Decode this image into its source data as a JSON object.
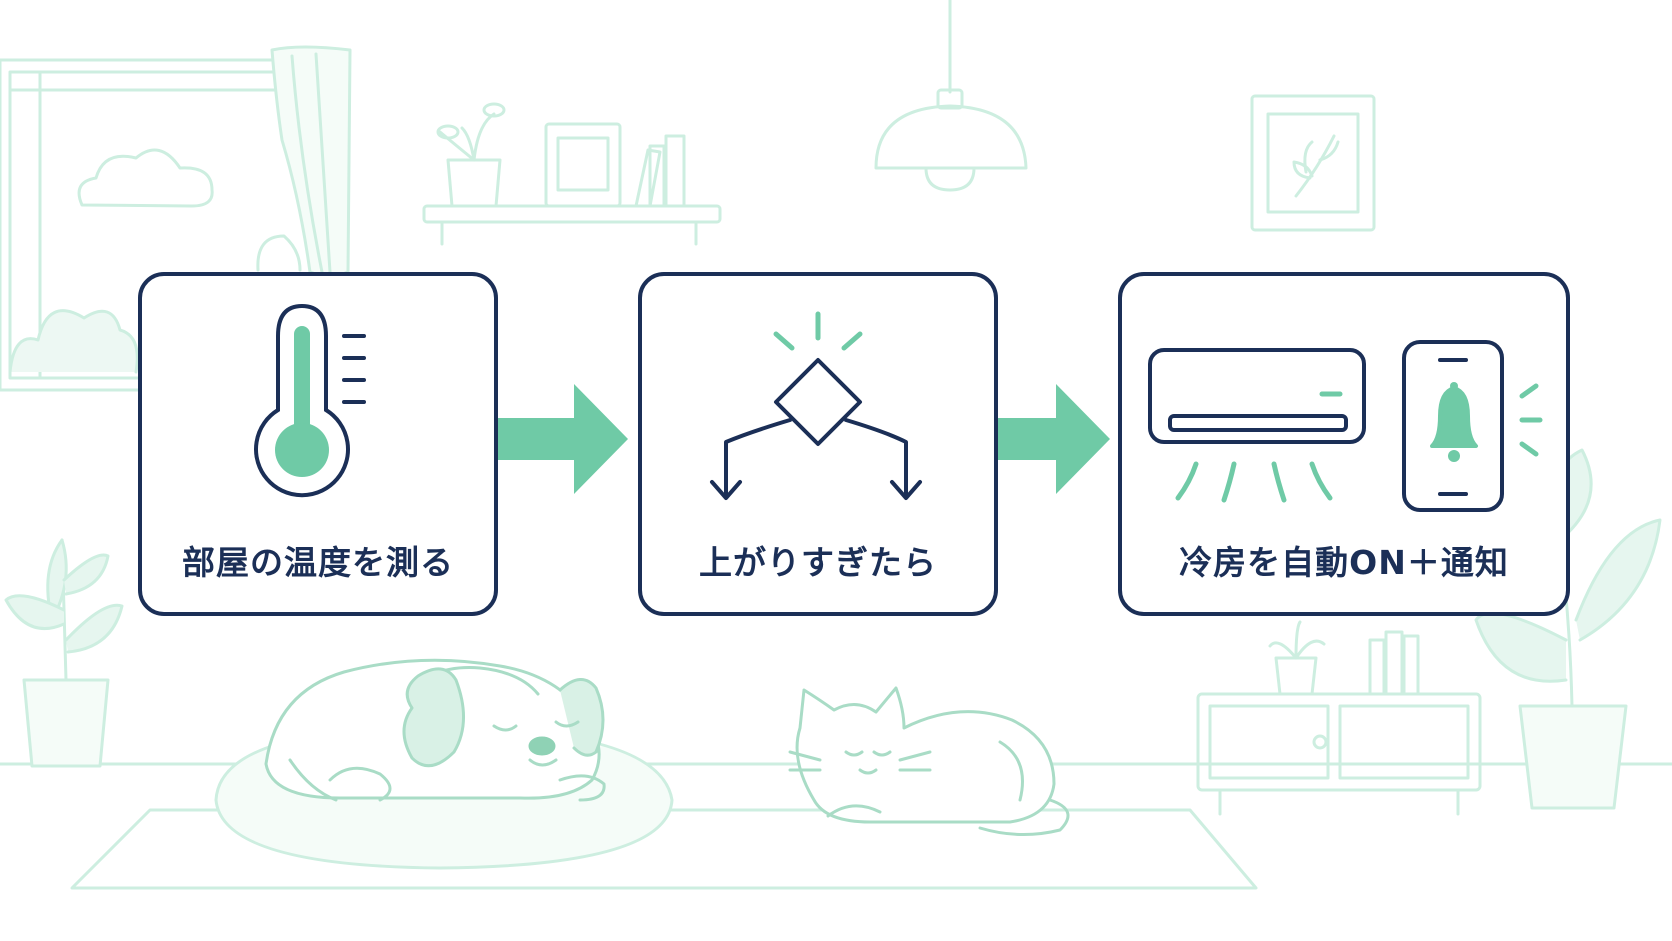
{
  "colors": {
    "navy": "#1b2f57",
    "mint": "#6fcaa6",
    "mint_light": "#cdeee0",
    "background": "#ffffff"
  },
  "steps": [
    {
      "label": "部屋の温度を測る",
      "icon": "thermometer-icon"
    },
    {
      "label": "上がりすぎたら",
      "icon": "decision-branch-icon"
    },
    {
      "label": "冷房を自動ON＋通知",
      "icon": "air-conditioner-icon"
    }
  ],
  "extra_icons": [
    "smartphone-bell-icon",
    "flow-arrow-icon"
  ],
  "scene_objects": [
    "window",
    "curtain",
    "cloud",
    "wall-shelf",
    "potted-plant",
    "photo-frame",
    "books",
    "pendant-lamp",
    "wall-picture",
    "tv-cabinet",
    "sleeping-dog",
    "sleeping-cat",
    "pet-bed",
    "rug"
  ]
}
